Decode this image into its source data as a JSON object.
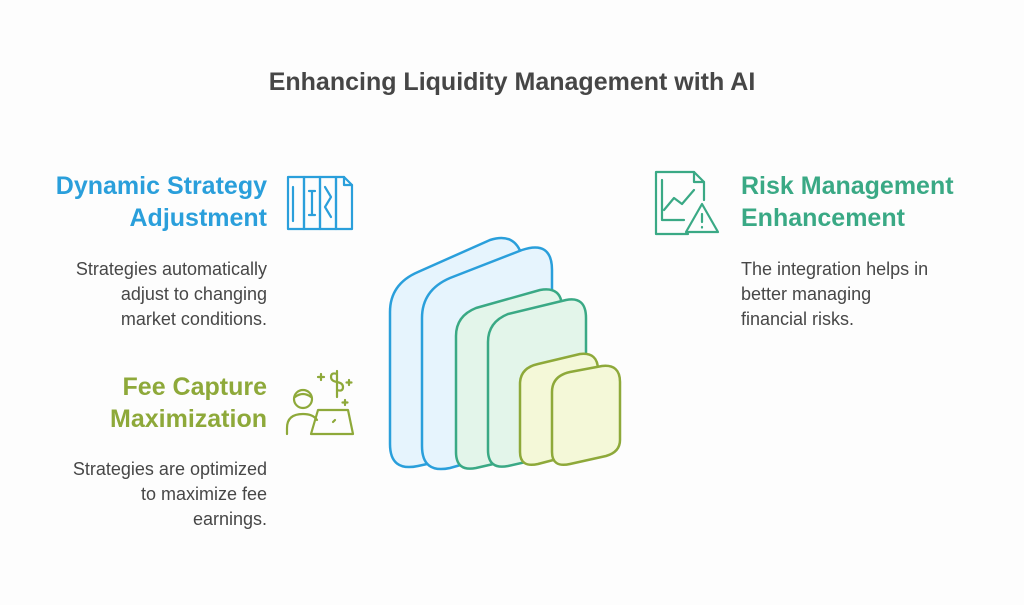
{
  "title": "Enhancing Liquidity Management with AI",
  "sections": [
    {
      "heading_line1": "Dynamic Strategy",
      "heading_line2": "Adjustment",
      "desc_line1": "Strategies automatically",
      "desc_line2": "adjust to changing",
      "desc_line3": "market conditions.",
      "icon": "columns-icon",
      "color": "#2a9fdb"
    },
    {
      "heading_line1": "Fee Capture",
      "heading_line2": "Maximization",
      "desc_line1": "Strategies are optimized",
      "desc_line2": "to maximize fee",
      "desc_line3": "earnings.",
      "icon": "person-laptop-dollar-icon",
      "color": "#8ea93a"
    },
    {
      "heading_line1": "Risk Management",
      "heading_line2": "Enhancement",
      "desc_line1": "The integration helps in",
      "desc_line2": "better managing",
      "desc_line3": "financial risks.",
      "icon": "chart-document-warning-icon",
      "color": "#3aa985"
    }
  ]
}
